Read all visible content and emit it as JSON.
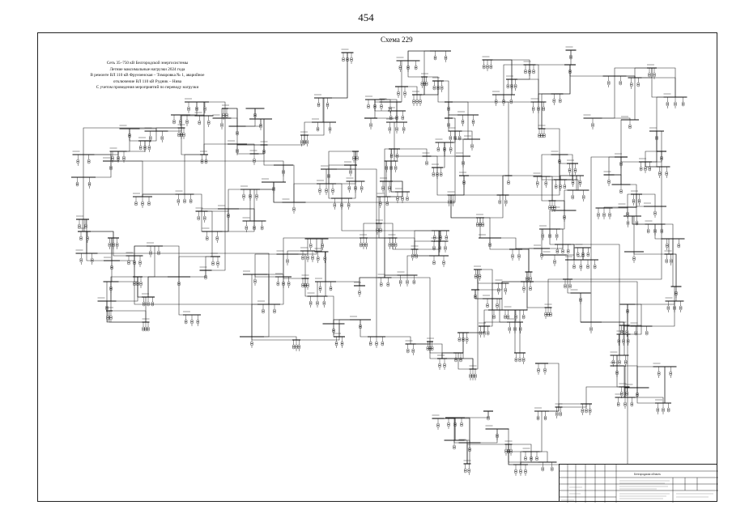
{
  "page": {
    "number": "454"
  },
  "scheme": {
    "title": "Схема 229"
  },
  "caption": {
    "lines": [
      "Сеть 35–750 кВ Белгородской энергосистемы",
      "Летние максимальные нагрузки 2024 года",
      "В ремонте ВЛ 110 кВ Фрунзенская – Томаровка № 1, аварийное",
      "отключение ВЛ 110 кВ Рудник – Нива",
      "С учетом проведения мероприятий по переводу нагрузки"
    ]
  },
  "title_block": {
    "org_label": "Белгородская область"
  },
  "colors": {
    "ink": "#222222",
    "paper": "#ffffff"
  }
}
